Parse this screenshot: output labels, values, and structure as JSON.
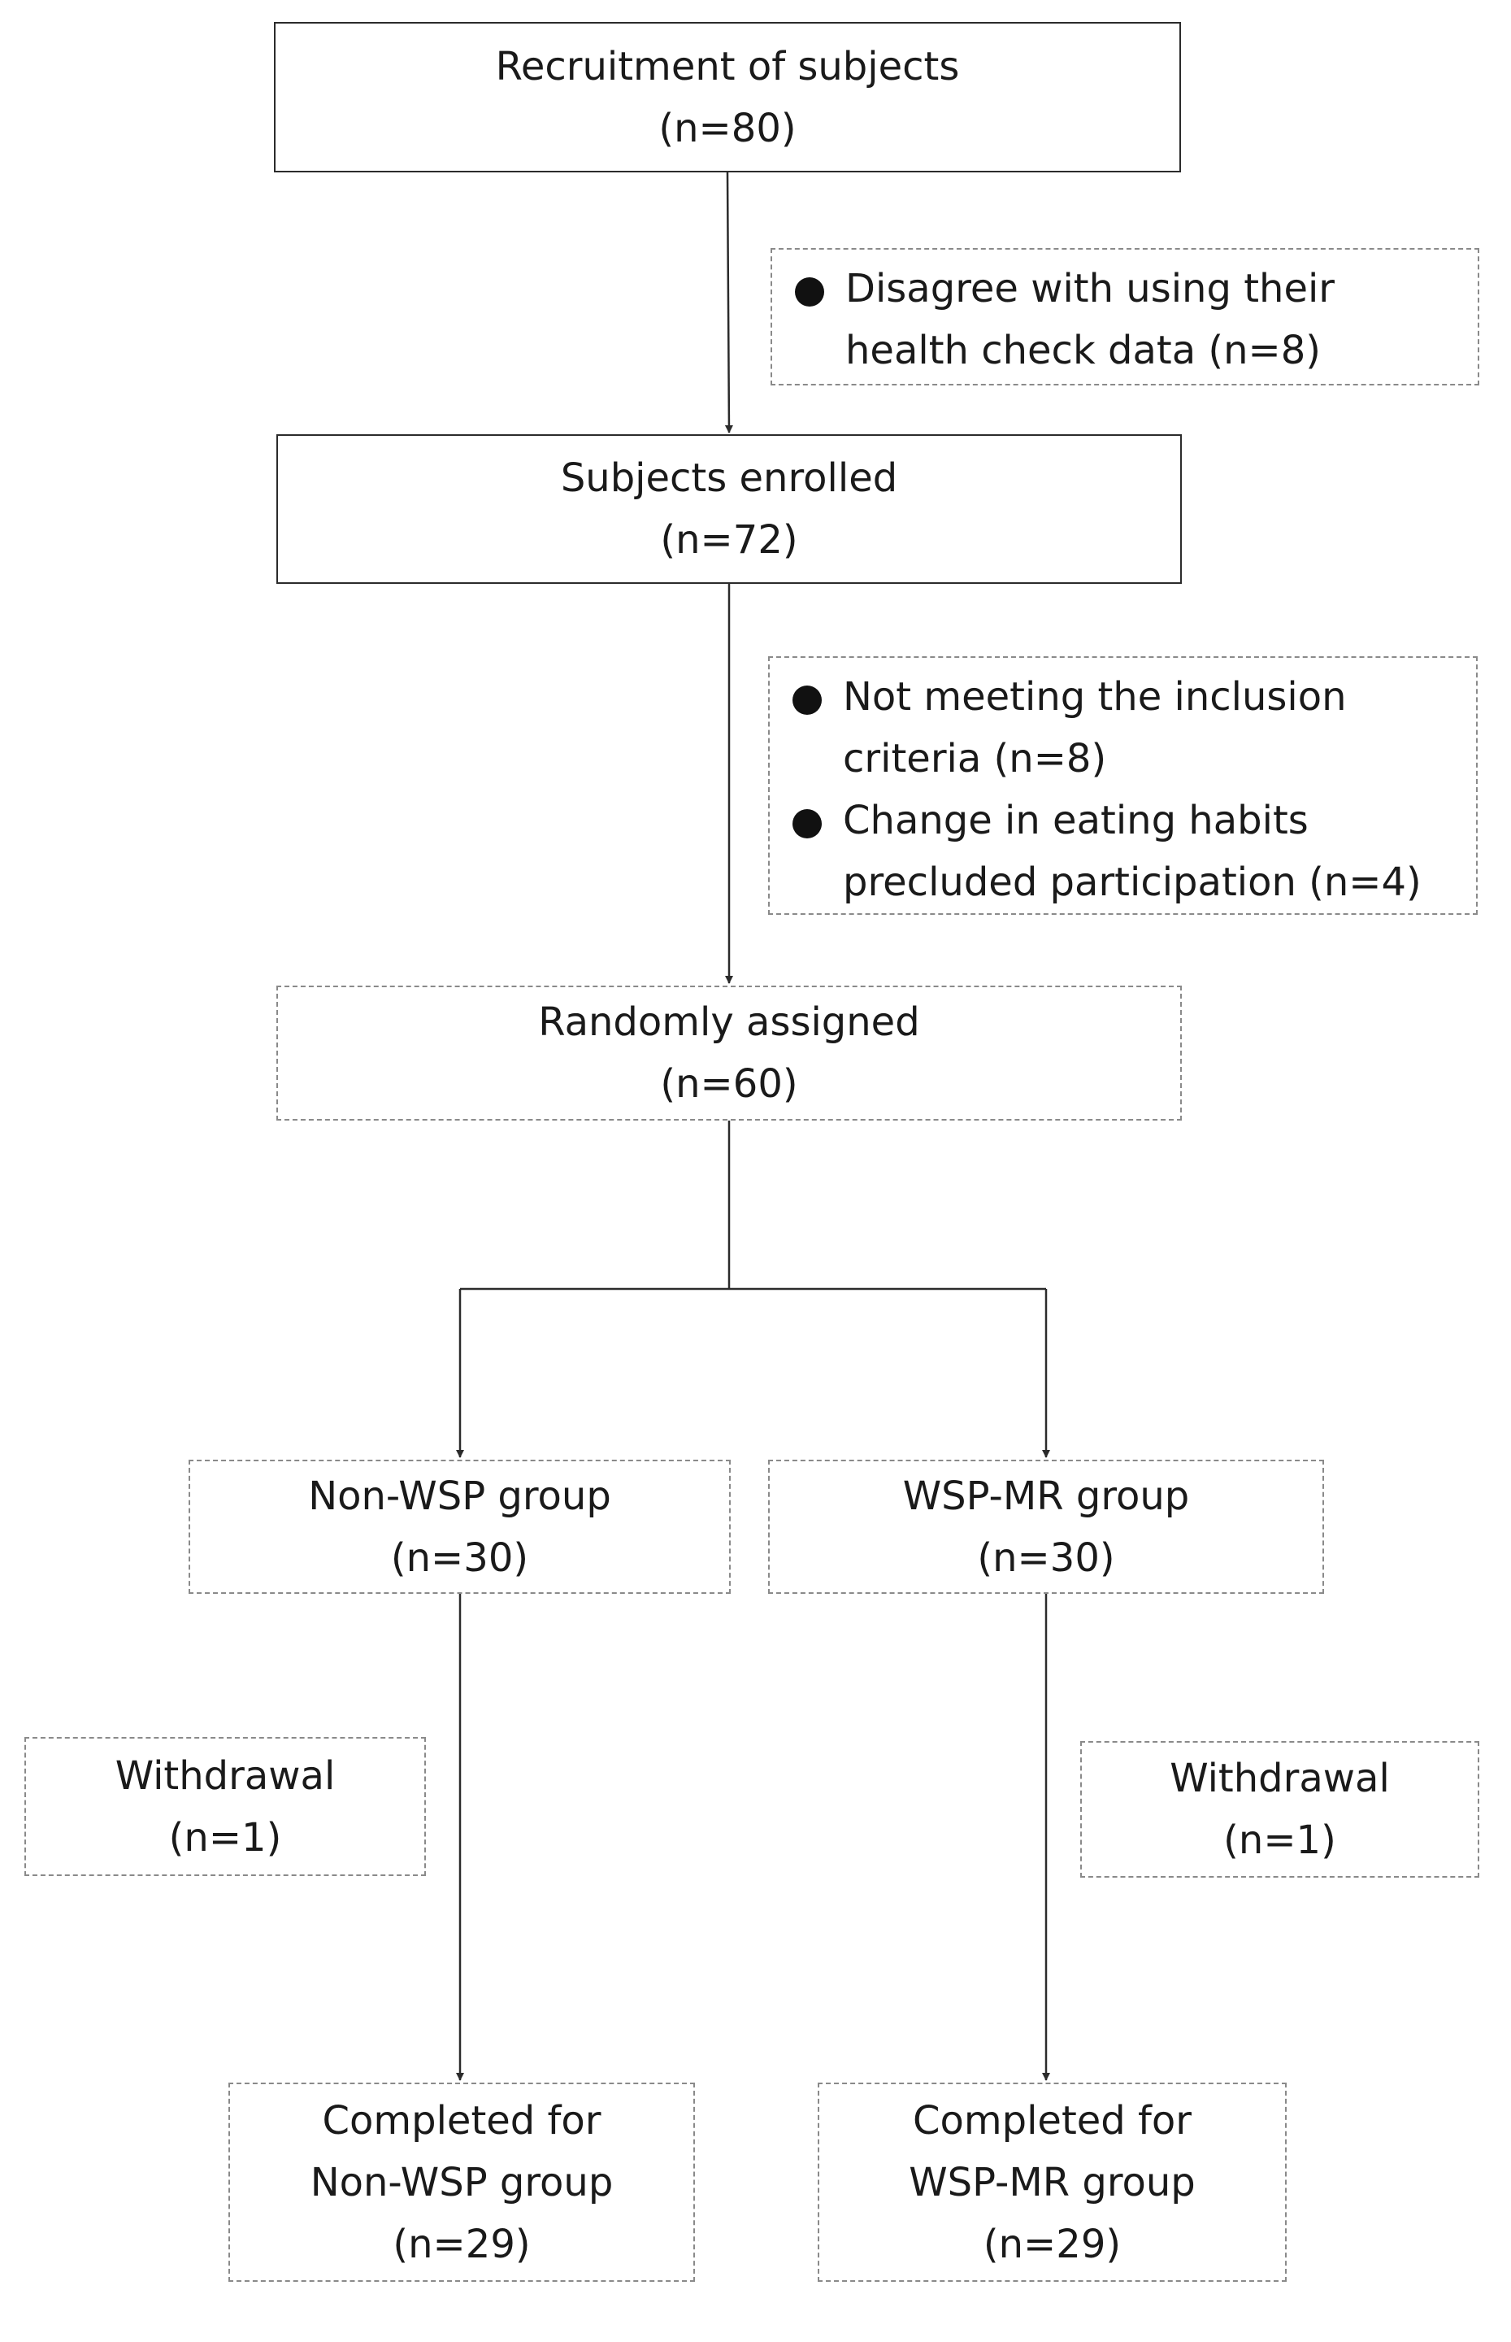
{
  "recruitment": {
    "line1": "Recruitment of subjects",
    "line2": "(n=80)"
  },
  "exclusion1": {
    "items": [
      {
        "line1": "Disagree with using their",
        "line2": "health check data (n=8)"
      }
    ]
  },
  "enrolled": {
    "line1": "Subjects enrolled",
    "line2": "(n=72)"
  },
  "exclusion2": {
    "items": [
      {
        "line1": "Not meeting the inclusion",
        "line2": "criteria (n=8)"
      },
      {
        "line1": "Change in eating habits",
        "line2": "precluded participation (n=4)"
      }
    ]
  },
  "randomized": {
    "line1": "Randomly assigned",
    "line2": "(n=60)"
  },
  "group_left": {
    "line1": "Non-WSP group",
    "line2": "(n=30)"
  },
  "group_right": {
    "line1": "WSP-MR group",
    "line2": "(n=30)"
  },
  "withdrawal_left": {
    "line1": "Withdrawal",
    "line2": "(n=1)"
  },
  "withdrawal_right": {
    "line1": "Withdrawal",
    "line2": "(n=1)"
  },
  "completed_left": {
    "line1": "Completed for",
    "line2": "Non-WSP group",
    "line3": "(n=29)"
  },
  "completed_right": {
    "line1": "Completed for",
    "line2": "WSP-MR group",
    "line3": "(n=29)"
  }
}
